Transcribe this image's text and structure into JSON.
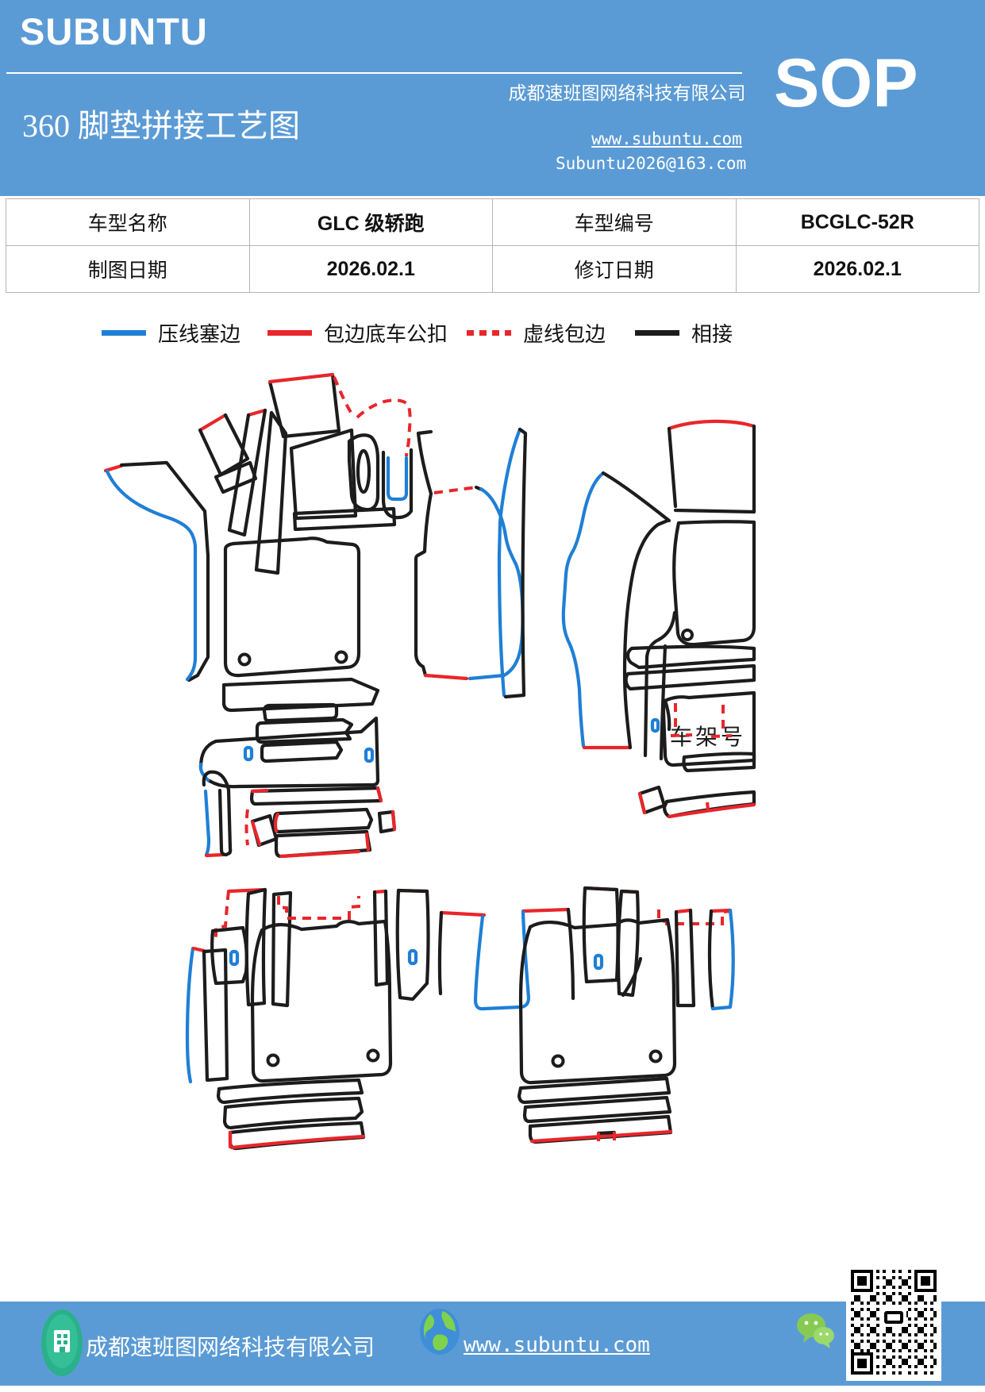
{
  "colors": {
    "header_blue": "#5b9bd5",
    "line_blue": "#1f7fd6",
    "line_red": "#e8262b",
    "line_black": "#1c1c1c",
    "footer_icon_green": "#27b287",
    "wechat_green": "#7bc94e"
  },
  "header": {
    "brand": "SUBUNTU",
    "company": "成都速班图网络科技有限公司",
    "sop_badge": "SOP",
    "title": "360 脚垫拼接工艺图",
    "website": "www.subuntu.com",
    "email": "Subuntu2026@163.com"
  },
  "info_table": {
    "rows": [
      [
        "车型名称",
        "GLC 级轿跑",
        "车型编号",
        "BCGLC-52R"
      ],
      [
        "制图日期",
        "2026.02.1",
        "修订日期",
        "2026.02.1"
      ]
    ]
  },
  "legend": {
    "items": [
      {
        "label": "压线塞边",
        "style": "blue-solid"
      },
      {
        "label": "包边底车公扣",
        "style": "red-solid"
      },
      {
        "label": "虚线包边",
        "style": "red-dashed"
      },
      {
        "label": "相接",
        "style": "black-solid"
      }
    ]
  },
  "diagram": {
    "chassis_label": "车架号"
  },
  "footer": {
    "company": "成都速班图网络科技有限公司",
    "website": "www.subuntu.com",
    "icons": [
      "building-icon",
      "globe-icon",
      "wechat-icon",
      "qr-code"
    ]
  }
}
